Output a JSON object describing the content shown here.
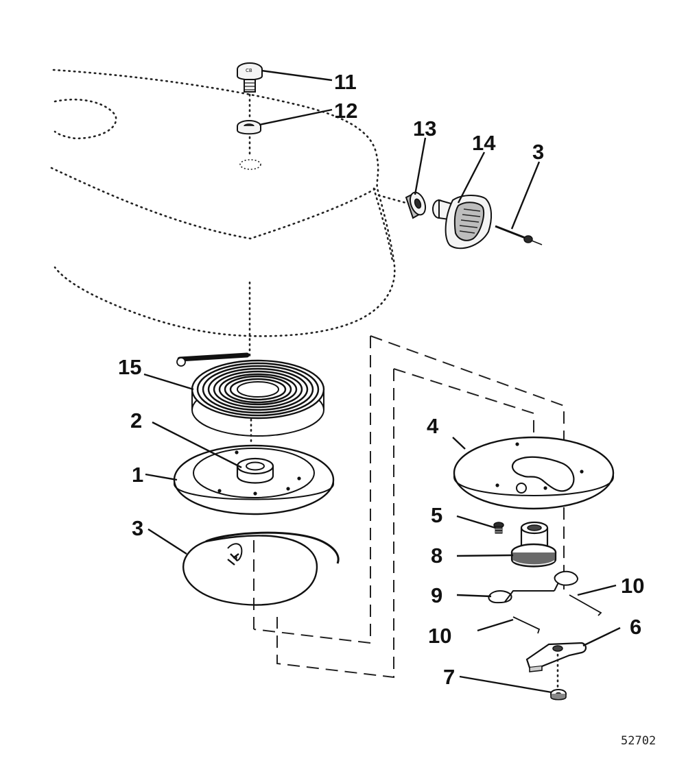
{
  "figure_number": "52702",
  "callouts": {
    "c1": "1",
    "c2": "2",
    "c3_top": "3",
    "c3_bottom": "3",
    "c4": "4",
    "c5": "5",
    "c6": "6",
    "c7": "7",
    "c8": "8",
    "c9": "9",
    "c10_right": "10",
    "c10_left": "10",
    "c11": "11",
    "c12": "12",
    "c13": "13",
    "c14": "14",
    "c15": "15"
  }
}
